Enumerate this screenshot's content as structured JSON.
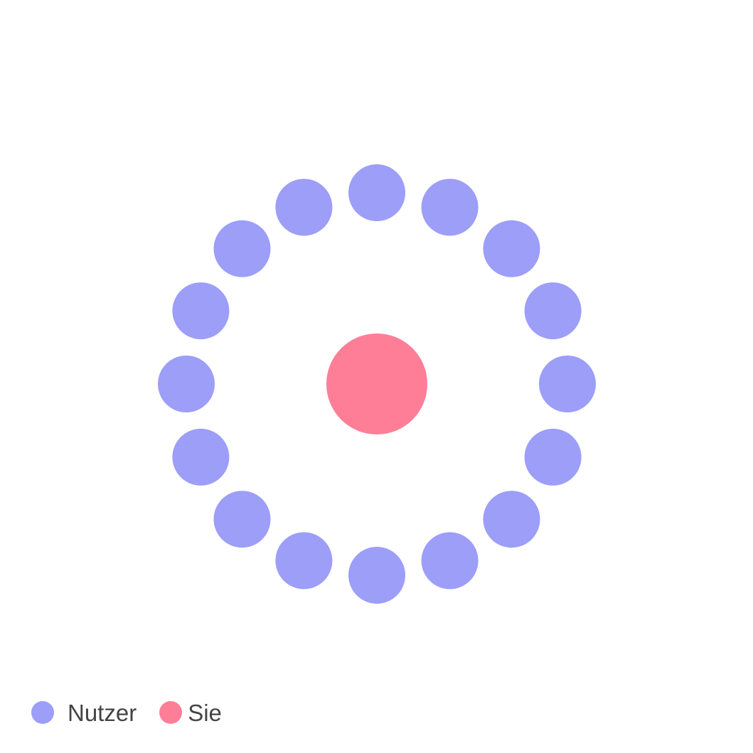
{
  "colors": {
    "user": "#9c9ef8",
    "you": "#ff7e97"
  },
  "diagram": {
    "user_count": 16,
    "you_count": 1
  },
  "legend": {
    "items": [
      {
        "label": "Nutzer",
        "color_key": "user",
        "icon": "circle-icon"
      },
      {
        "label": "Sie",
        "color_key": "you",
        "icon": "circle-icon"
      }
    ]
  }
}
